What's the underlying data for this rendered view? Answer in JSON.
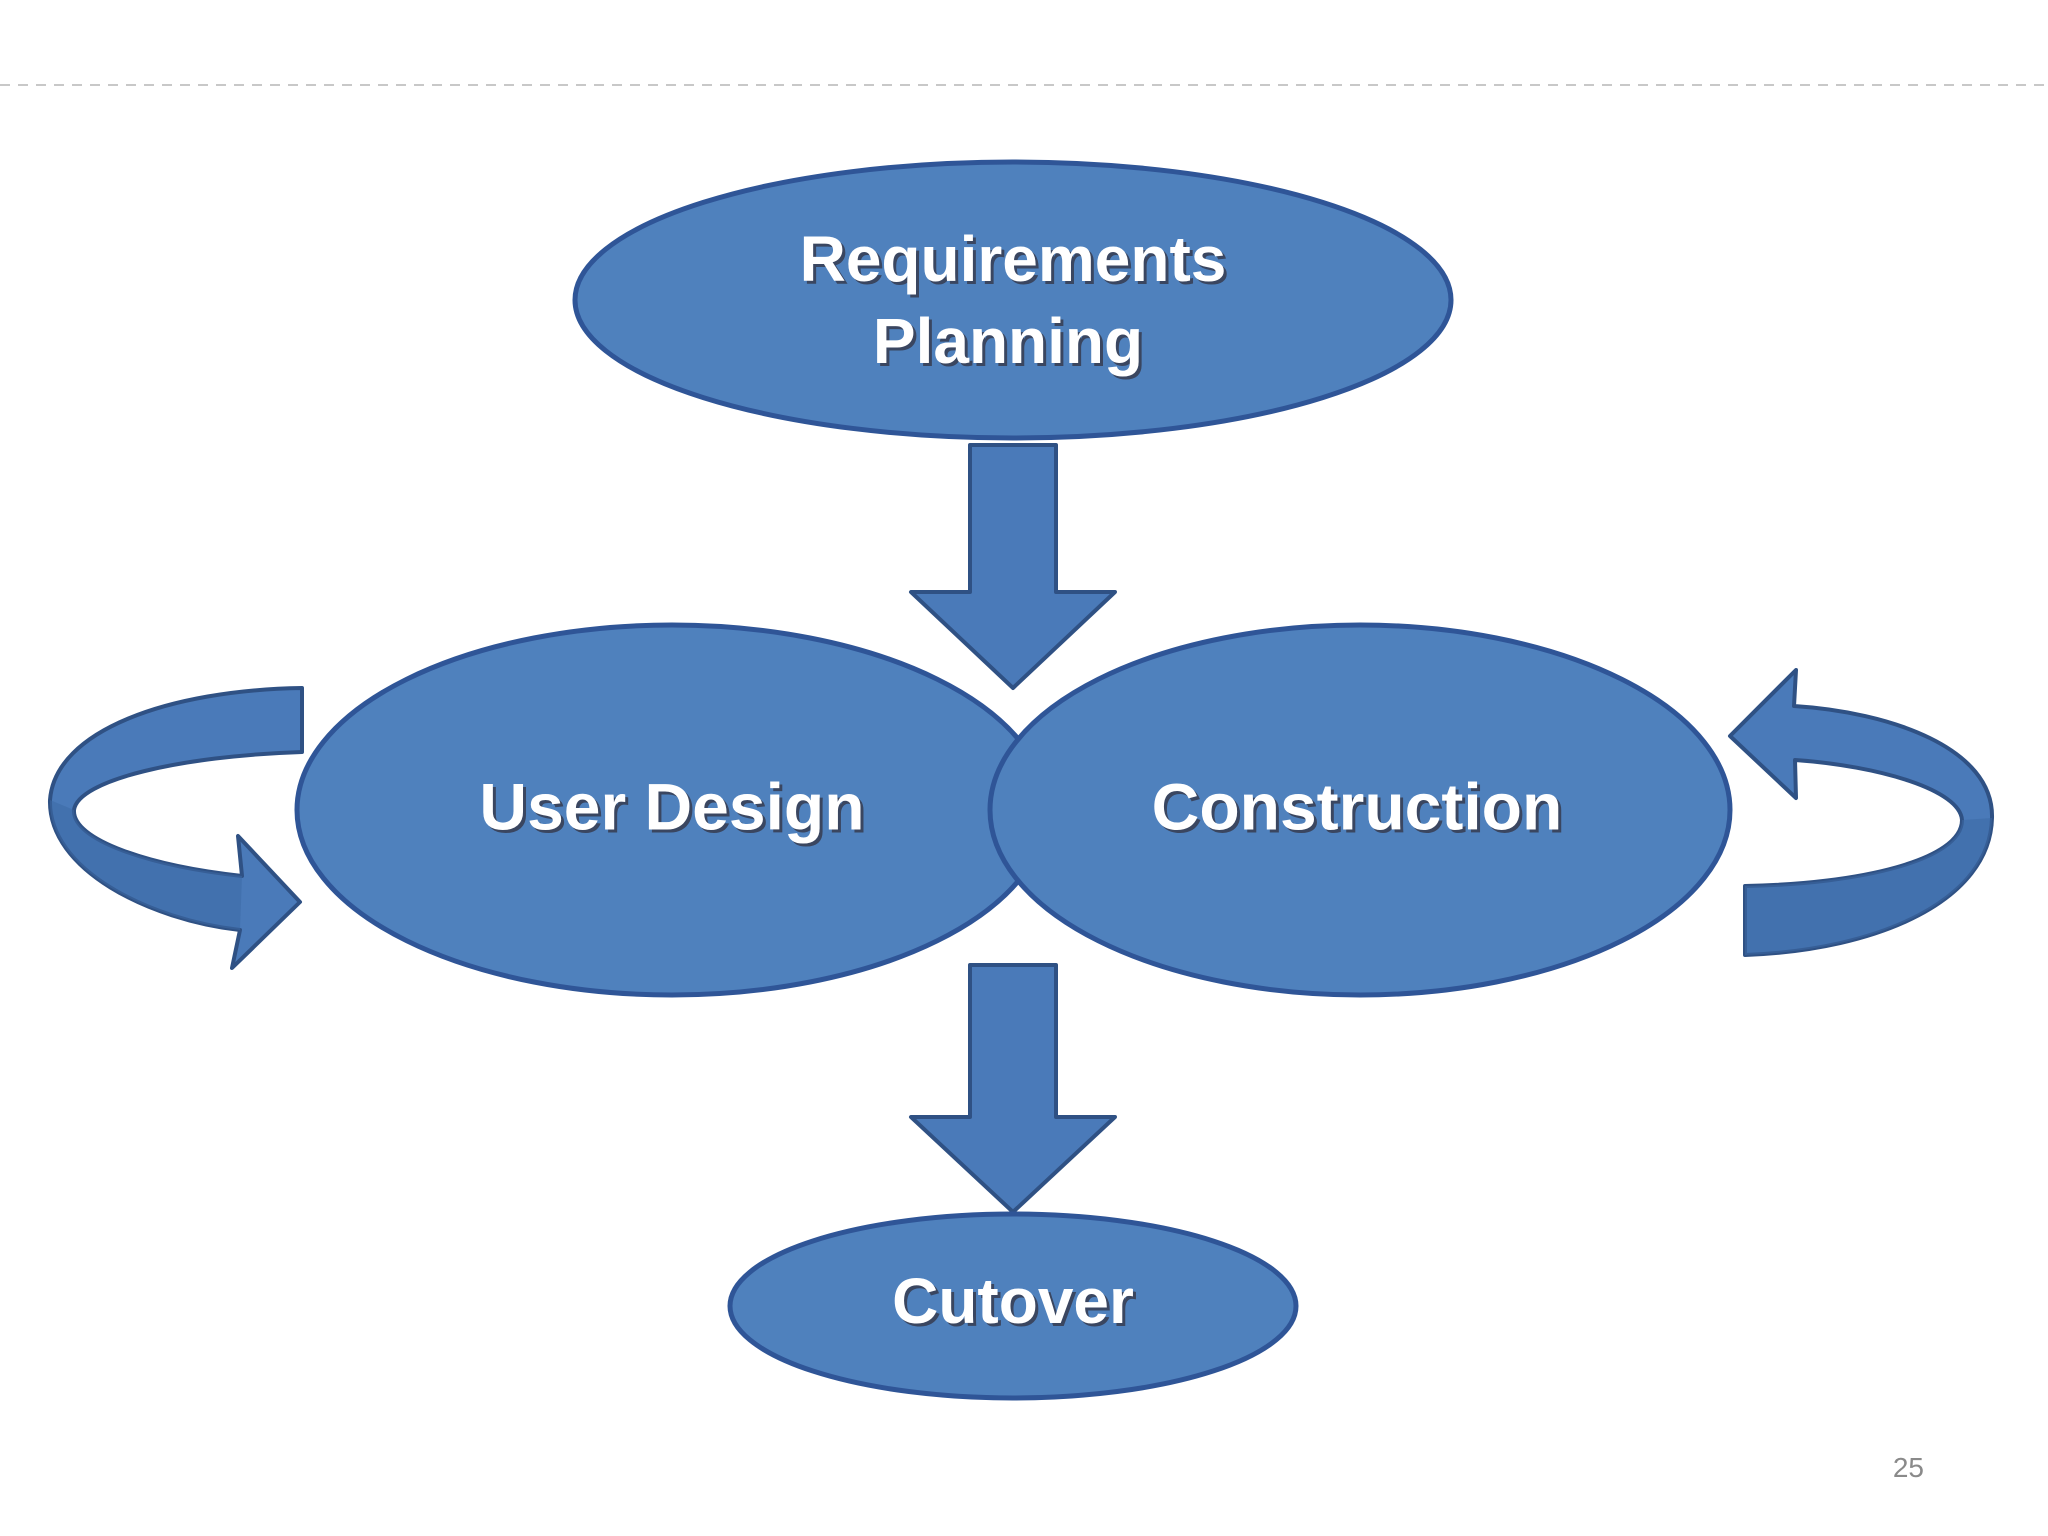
{
  "colors": {
    "fill": "#4f81bd",
    "stroke": "#2f5597",
    "arrow_fill": "#4a7ab9",
    "arrow_stroke": "#2f5184",
    "separator": "#c8c8c8"
  },
  "nodes": {
    "requirements_line1": "Requirements",
    "requirements_line2": "Planning",
    "user_design": "User Design",
    "construction": "Construction",
    "cutover": "Cutover"
  },
  "footer": {
    "slide_number": "25"
  }
}
